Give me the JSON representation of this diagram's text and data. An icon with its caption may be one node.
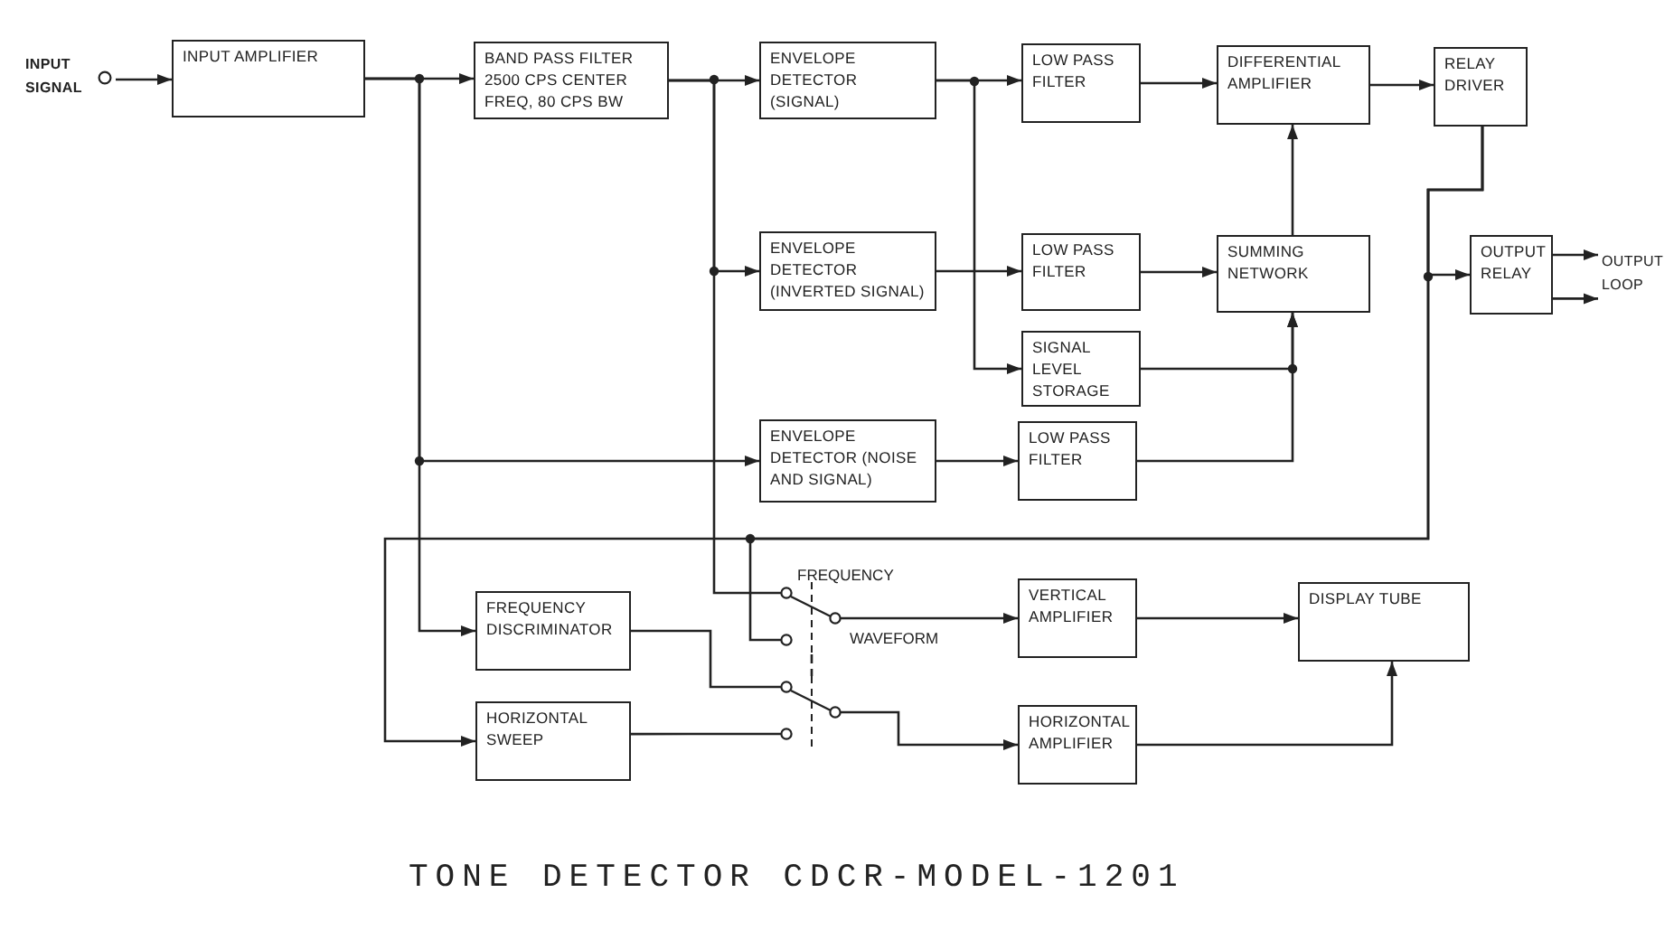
{
  "diagram": {
    "caption": "TONE DETECTOR CDCR-MODEL-1201",
    "nodes": [
      {
        "text": [
          "INPUT SIGNAL"
        ]
      },
      {
        "text": [
          "INPUT AMPLIFIER"
        ]
      },
      {
        "text": [
          "BAND PASS FILTER 2500 CPS CENTER FREQ, 80 CPS BW"
        ]
      },
      {
        "text": [
          "ENVELOPE DETECTOR (SIGNAL)"
        ]
      },
      {
        "text": [
          "LOW PASS FILTER"
        ]
      },
      {
        "text": [
          "DIFFERENTIAL AMPLIFIER"
        ]
      },
      {
        "text": [
          "RELAY DRIVER"
        ]
      },
      {
        "text": [
          "ENVELOPE DETECTOR (INVERTED SIGNAL)"
        ]
      },
      {
        "text": [
          "LOW PASS FILTER"
        ]
      },
      {
        "text": [
          "SUMMING NETWORK"
        ]
      },
      {
        "text": [
          "OUTPUT RELAY"
        ]
      },
      {
        "text": [
          "SIGNAL LEVEL STORAGE"
        ]
      },
      {
        "text": [
          "ENVELOPE DETECTOR (NOISE AND SIGNAL)"
        ]
      },
      {
        "text": [
          "LOW PASS FILTER"
        ]
      },
      {
        "text": [
          "FREQUENCY DISCRIMINATOR"
        ]
      },
      {
        "text": [
          "VERTICAL AMPLIFIER"
        ]
      },
      {
        "text": [
          "DISPLAY TUBE"
        ]
      },
      {
        "text": [
          "HORIZONTAL SWEEP"
        ]
      },
      {
        "text": [
          "HORIZONTAL AMPLIFIER"
        ]
      },
      {
        "text": [],
        "shape": "switch",
        "beside": [
          "FREQUENCY",
          "WAVEFORM"
        ]
      },
      {
        "text": [],
        "shape": "switch"
      },
      {
        "text": [
          "OUTPUT LOOP"
        ]
      }
    ],
    "edges": [
      {
        "from": 0,
        "to": 1,
        "arrow": "to"
      },
      {
        "from": 1,
        "to": 2,
        "arrow": "to"
      },
      {
        "from": 1,
        "to": 12,
        "arrow": "to"
      },
      {
        "from": 1,
        "to": 14,
        "arrow": "to"
      },
      {
        "from": 2,
        "to": 3,
        "arrow": "to"
      },
      {
        "from": 2,
        "to": 7,
        "arrow": "to"
      },
      {
        "from": 2,
        "to": 19,
        "arrow": "none"
      },
      {
        "from": 3,
        "to": 4,
        "arrow": "to"
      },
      {
        "from": 3,
        "to": 11,
        "arrow": "to"
      },
      {
        "from": 4,
        "to": 5,
        "arrow": "to"
      },
      {
        "from": 5,
        "to": 6,
        "arrow": "to"
      },
      {
        "from": 6,
        "to": 10,
        "arrow": "to"
      },
      {
        "from": 6,
        "to": 17,
        "arrow": "to"
      },
      {
        "from": 6,
        "to": 19,
        "arrow": "none"
      },
      {
        "from": 7,
        "to": 8,
        "arrow": "to"
      },
      {
        "from": 8,
        "to": 9,
        "arrow": "to"
      },
      {
        "from": 11,
        "to": 9,
        "arrow": "to"
      },
      {
        "from": 13,
        "to": 9,
        "arrow": "to"
      },
      {
        "from": 12,
        "to": 13,
        "arrow": "to"
      },
      {
        "from": 9,
        "to": 5,
        "arrow": "to"
      },
      {
        "from": 19,
        "to": 15,
        "arrow": "to"
      },
      {
        "from": 15,
        "to": 16,
        "arrow": "to"
      },
      {
        "from": 14,
        "to": 20,
        "arrow": "none"
      },
      {
        "from": 17,
        "to": 20,
        "arrow": "none"
      },
      {
        "from": 20,
        "to": 18,
        "arrow": "to"
      },
      {
        "from": 18,
        "to": 16,
        "arrow": "to"
      },
      {
        "from": 10,
        "to": 21,
        "arrow": "to"
      },
      {
        "from": 10,
        "to": 21,
        "arrow": "to"
      },
      {
        "from": 19,
        "to": 20,
        "arrow": "none",
        "style": "dashed"
      }
    ]
  }
}
